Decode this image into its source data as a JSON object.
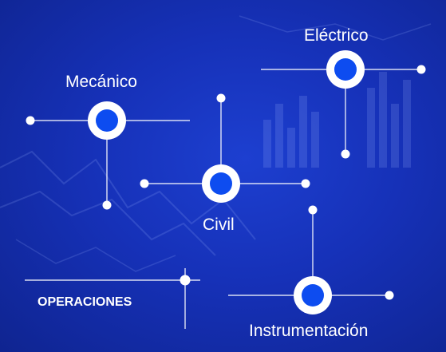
{
  "nodes": {
    "electrico": "Eléctrico",
    "mecanico": "Mecánico",
    "civil": "Civil",
    "instrumentacion": "Instrumentación"
  },
  "section_title": "OPERACIONES",
  "colors": {
    "background": "#1631b8",
    "node_fill": "#0d4cf0",
    "node_ring": "#ffffff",
    "line": "#ffffff"
  }
}
